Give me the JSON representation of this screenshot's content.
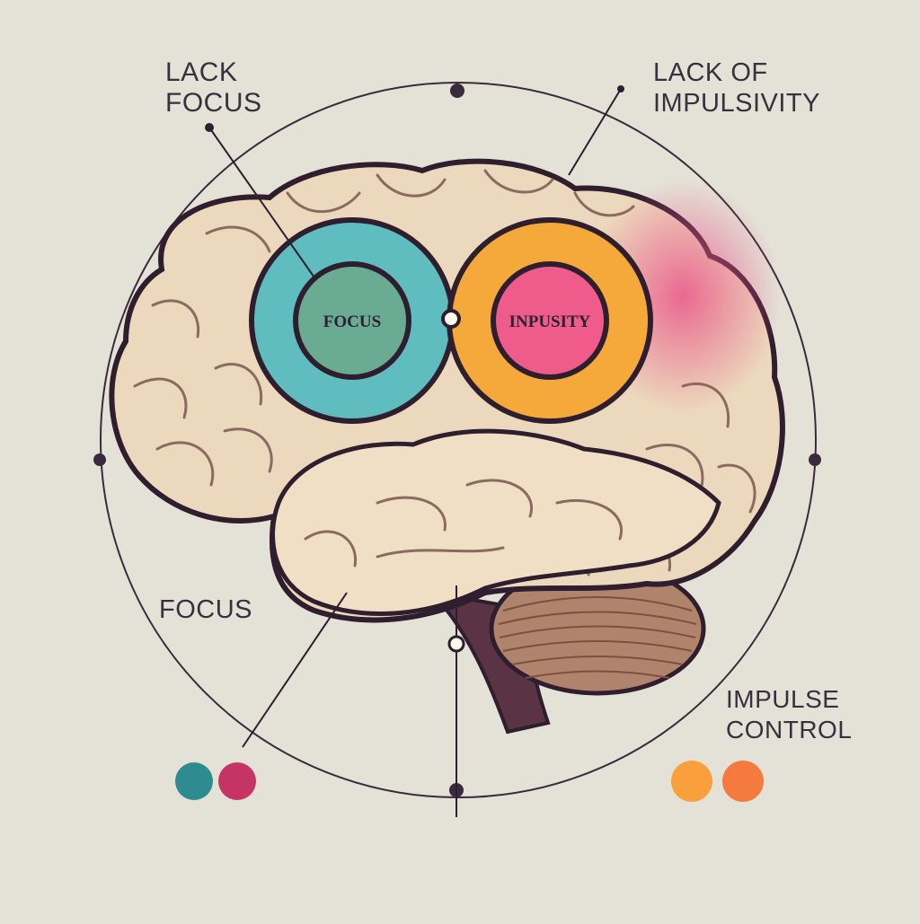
{
  "labels": {
    "top_left": [
      "LACK",
      "FOCUS"
    ],
    "top_right": [
      "LACK OF",
      "IMPULSIVITY"
    ],
    "bottom_left": "FOCUS",
    "bottom_right": [
      "IMPULSE",
      "CONTROL"
    ]
  },
  "rings": {
    "left_inner_text": "FOCUS",
    "right_inner_text": "INPUSITY"
  },
  "colors": {
    "background": "#e4e2d6",
    "brain": "#ecd9bd",
    "outline": "#2f1e2e",
    "focus_ring": "#5fbdc0",
    "focus_center": "#6aab94",
    "impulsivity_ring": "#f4a93a",
    "impulsivity_center": "#ef5b8a",
    "highlight": "#e95c8c",
    "dot_teal": "#2e8b8f",
    "dot_magenta": "#c63466",
    "dot_orange_1": "#f9a03c",
    "dot_orange_2": "#f47a3f"
  },
  "legend_dots": [
    "dot_teal",
    "dot_magenta",
    "dot_orange_1",
    "dot_orange_2"
  ]
}
